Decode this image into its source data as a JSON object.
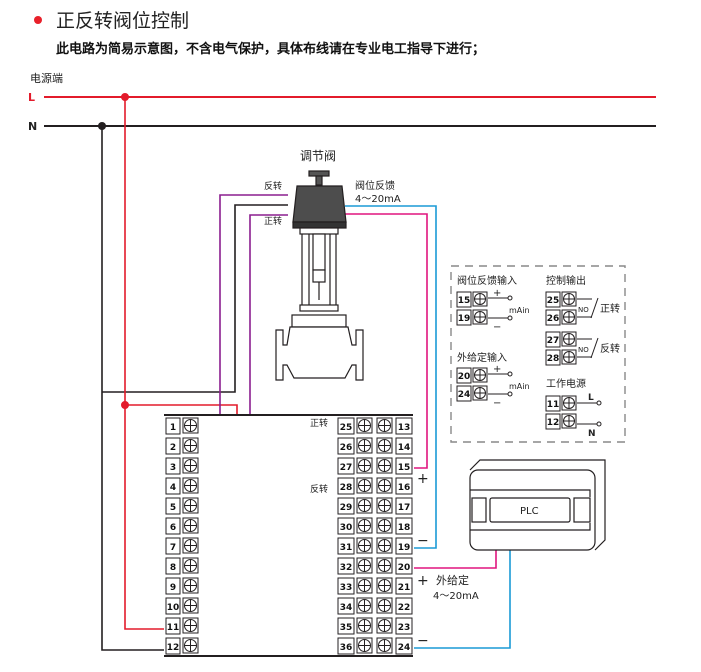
{
  "header": {
    "title": "正反转阀位控制",
    "subtitle": "此电路为简易示意图，不含电气保护，具体布线请在专业电工指导下进行；",
    "bullet_color": "#e8202a"
  },
  "power": {
    "label": "电源端",
    "line_L": "L",
    "line_N": "N"
  },
  "valve": {
    "title": "调节阀",
    "reverse_label": "反转",
    "forward_label": "正转",
    "feedback_label": "阀位反馈",
    "feedback_range": "4～20mA"
  },
  "legend": {
    "feedback_input_title": "阀位反馈输入",
    "feedback_terminals": [
      "15",
      "19"
    ],
    "ext_input_title": "外给定输入",
    "ext_terminals": [
      "20",
      "24"
    ],
    "mAin": "mAin",
    "plus": "+",
    "minus": "−",
    "control_output_title": "控制输出",
    "forward_terminals": [
      "25",
      "26"
    ],
    "reverse_terminals": [
      "27",
      "28"
    ],
    "no_label": "NO",
    "forward_label": "正转",
    "reverse_label": "反转",
    "power_title": "工作电源",
    "power_terminals": [
      "11",
      "12"
    ],
    "L": "L",
    "N": "N"
  },
  "terminal_block": {
    "left_column": [
      "1",
      "2",
      "3",
      "4",
      "5",
      "6",
      "7",
      "8",
      "9",
      "10",
      "11",
      "12"
    ],
    "mid_column": [
      "25",
      "26",
      "27",
      "28",
      "29",
      "30",
      "31",
      "32",
      "33",
      "34",
      "35",
      "36"
    ],
    "right_column": [
      "13",
      "14",
      "15",
      "16",
      "17",
      "18",
      "19",
      "20",
      "21",
      "22",
      "23",
      "24"
    ],
    "forward_label": "正转",
    "reverse_label": "反转",
    "plus": "+",
    "minus": "−",
    "ext_label": "外给定",
    "ext_range": "4～20mA"
  },
  "plc": {
    "label": "PLC"
  },
  "colors": {
    "live": "#e31b2b",
    "neutral": "#231f20",
    "purple": "#8b1e8f",
    "magenta": "#e0157e",
    "blue": "#1a9ad6"
  }
}
